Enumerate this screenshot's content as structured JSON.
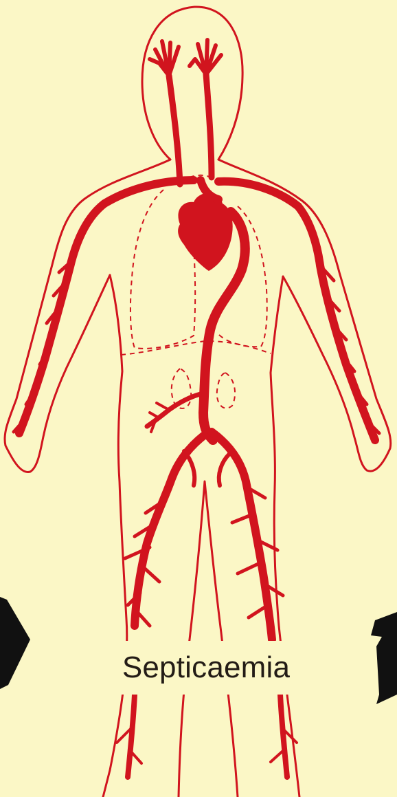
{
  "diagram": {
    "caption": "Septicaemia",
    "colors": {
      "background": "#fbf7c6",
      "vessels": "#d1141e",
      "arrows": "#111111",
      "caption_text": "#231c16"
    },
    "icons": [
      "human-body-outline",
      "heart",
      "blood-vessels",
      "arrow-right",
      "arrow-left"
    ]
  }
}
